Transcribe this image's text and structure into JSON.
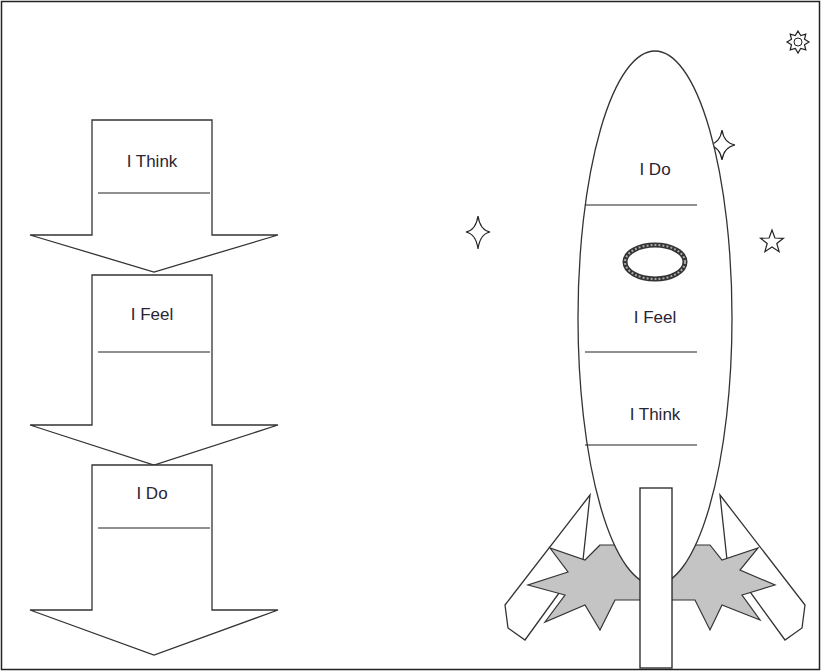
{
  "diagram": {
    "nodes": [
      {
        "text": [
          "I Think"
        ]
      },
      {
        "text": [
          "I Feel"
        ]
      },
      {
        "text": [
          "I Do"
        ]
      },
      {
        "text": [
          "I Do",
          "I Feel",
          "I Think"
        ]
      }
    ]
  }
}
